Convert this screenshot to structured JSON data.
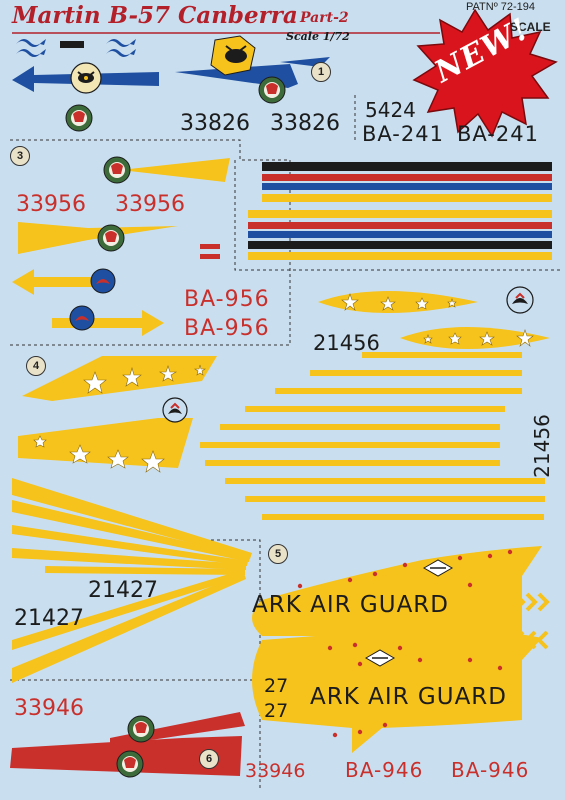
{
  "header": {
    "title": "Martin B-57 Canberra",
    "part": "Part-2",
    "scale": "Scale 1/72",
    "catalog": "PATNº 72-194",
    "brand": "SCALE",
    "badge": "NEW!"
  },
  "sections": {
    "one": "1",
    "three": "3",
    "four": "4",
    "five": "5",
    "six": "6"
  },
  "serials": {
    "s33826_a": "33826",
    "s33826_b": "33826",
    "s5424": "5424",
    "ba241_a": "BA-241",
    "ba241_b": "BA-241",
    "s33956_a": "33956",
    "s33956_b": "33956",
    "ba956_a": "BA-956",
    "ba956_b": "BA-956",
    "s21456_h": "21456",
    "s21456_v": "21456",
    "s21427_a": "21427",
    "s21427_b": "21427",
    "ark_a": "ARK AIR GUARD",
    "ark_b": "ARK AIR GUARD",
    "s27_a": "27",
    "s27_b": "27",
    "s33946_a": "33946",
    "s33946_b": "33946",
    "ba946_a": "BA-946",
    "ba946_b": "BA-946"
  },
  "colors": {
    "background": "#c9dff0",
    "yellow": "#f6c21c",
    "red": "#c9302c",
    "blue": "#1f4fa0",
    "black": "#1c1c1c",
    "title_red": "#b3202a"
  },
  "icons": [
    "indian-head-insignia-icon",
    "hornet-squadron-insignia-icon",
    "bird-squadron-insignia-icon",
    "white-star-icon",
    "red-star-icon",
    "chevron-icon",
    "arrow-icon"
  ]
}
